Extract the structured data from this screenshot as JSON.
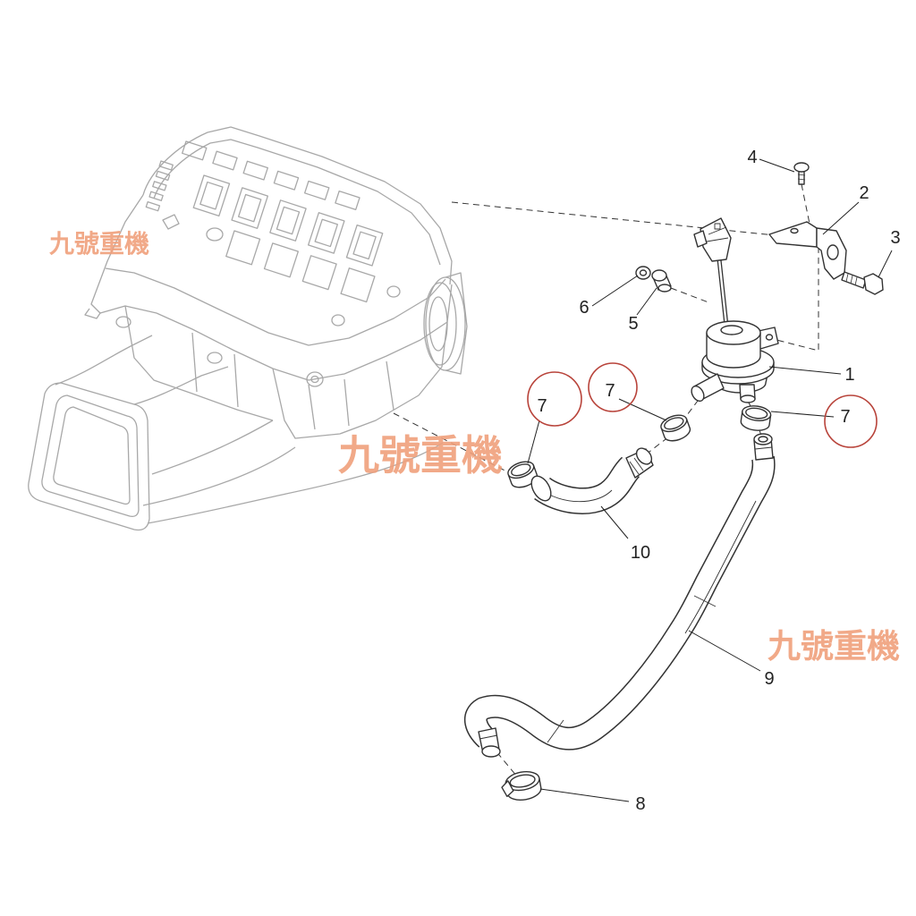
{
  "callouts": {
    "part_1": "1",
    "part_2": "2",
    "part_3": "3",
    "part_4": "4",
    "part_5": "5",
    "part_6": "6",
    "part_7_left": "7",
    "part_7_mid": "7",
    "part_7_right": "7",
    "part_8": "8",
    "part_9": "9",
    "part_10": "10"
  },
  "watermarks": [
    "九號重機",
    "九號重機",
    "九號重機"
  ],
  "colors": {
    "line": "#333333",
    "ghost_line": "#a8a8a8",
    "leader": "#222222",
    "highlight_circle": "#b8433a",
    "watermark": "#f0a07c"
  }
}
